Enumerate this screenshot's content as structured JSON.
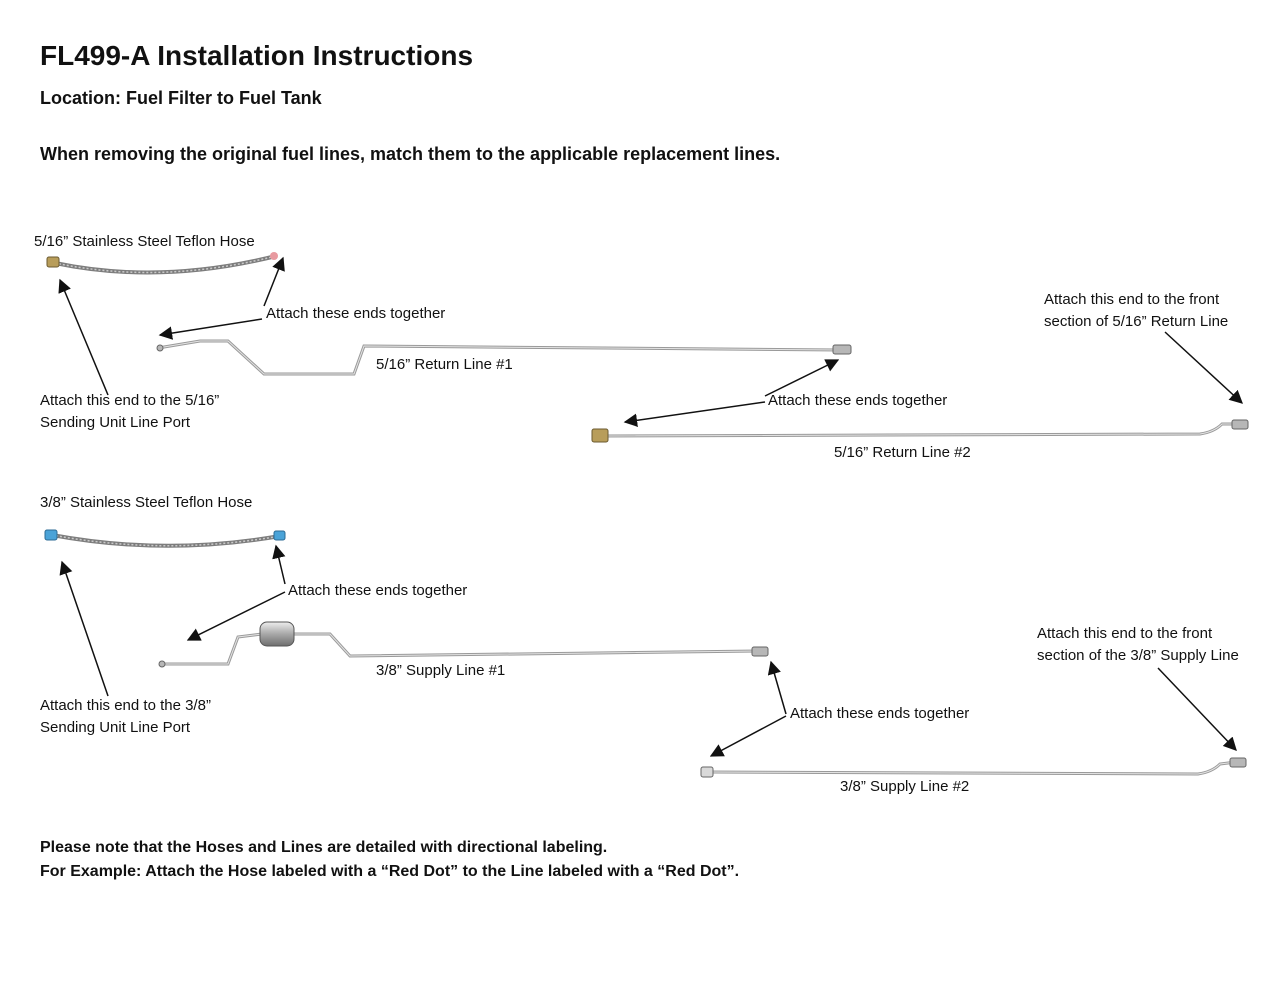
{
  "header": {
    "title": "FL499-A Installation Instructions",
    "location": "Location: Fuel Filter to Fuel Tank",
    "intro": "When removing the original fuel lines, match them to the applicable replacement lines."
  },
  "return_section": {
    "hose_label": "5/16” Stainless Steel Teflon Hose",
    "attach_together_1": "Attach these ends together",
    "line1_label": "5/16” Return Line #1",
    "sending_unit_label_1": "Attach this end to the 5/16”",
    "sending_unit_label_2": "Sending Unit Line Port",
    "attach_together_2": "Attach these ends together",
    "line2_label": "5/16” Return Line #2",
    "front_label_1": "Attach this end to the front",
    "front_label_2": "section of 5/16” Return Line"
  },
  "supply_section": {
    "hose_label": "3/8” Stainless Steel Teflon Hose",
    "attach_together_1": "Attach these ends together",
    "line1_label": "3/8” Supply Line #1",
    "sending_unit_label_1": "Attach this end to the 3/8”",
    "sending_unit_label_2": "Sending Unit Line Port",
    "attach_together_2": "Attach these ends together",
    "line2_label": "3/8” Supply Line #2",
    "front_label_1": "Attach this end to the front",
    "front_label_2": "section of the 3/8” Supply Line"
  },
  "footer": {
    "note_line1": "Please note that the Hoses and Lines are detailed with directional labeling.",
    "note_line2": "For Example: Attach the Hose labeled with a “Red Dot” to the Line labeled with a “Red Dot”."
  },
  "colors": {
    "line": "#9a9a9a",
    "hose": "#7d7d7d",
    "fitting": "#b89d5a",
    "blue_fitting": "#4aa3d8",
    "red_dot": "#e89aa0",
    "arrow": "#111111"
  }
}
